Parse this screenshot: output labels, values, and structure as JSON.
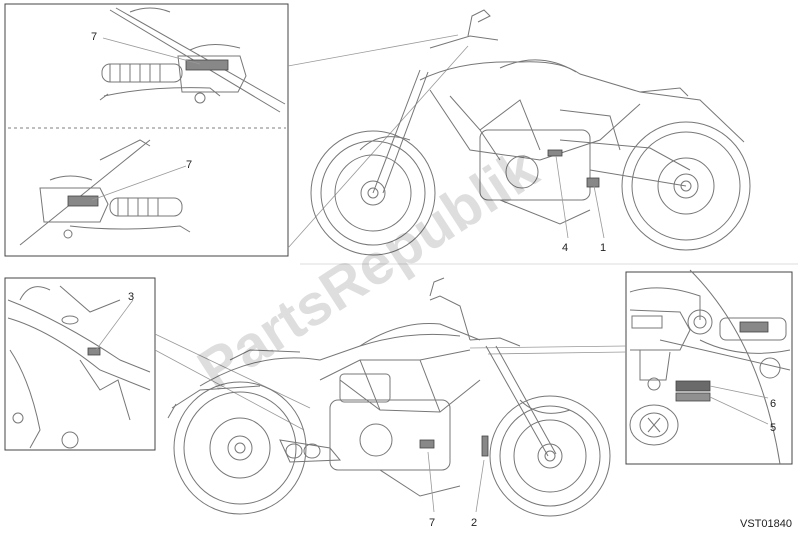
{
  "watermark": "PartsRepublik",
  "drawing_code": "VST01840",
  "callouts": {
    "inset_top_upper": "7",
    "inset_top_lower": "7",
    "main_top_left": "4",
    "main_top_right": "1",
    "inset_bottom_left": "3",
    "inset_bottom_right_upper": "6",
    "inset_bottom_right_lower": "5",
    "main_bottom_left": "7",
    "main_bottom_right": "2"
  }
}
